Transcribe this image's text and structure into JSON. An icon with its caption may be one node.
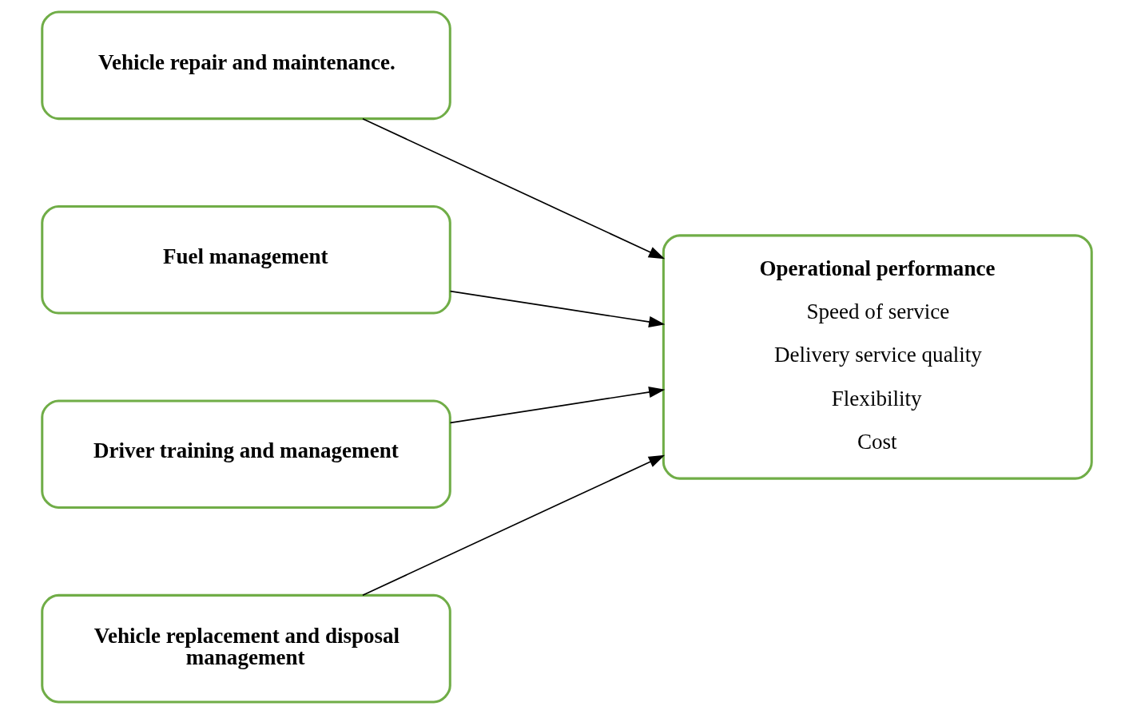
{
  "diagram": {
    "nodes": [
      {
        "text": [
          "Vehicle repair and maintenance."
        ]
      },
      {
        "text": [
          "Fuel management"
        ]
      },
      {
        "text": [
          "Driver training and management"
        ]
      },
      {
        "text": [
          "Vehicle replacement and disposal management"
        ]
      },
      {
        "text": [
          "Operational performance",
          "Speed of service",
          "Delivery service quality",
          "Flexibility",
          "Cost"
        ]
      }
    ],
    "edges": [
      {
        "from": 0,
        "to": 4,
        "arrow": "to"
      },
      {
        "from": 1,
        "to": 4,
        "arrow": "to"
      },
      {
        "from": 2,
        "to": 4,
        "arrow": "to"
      },
      {
        "from": 3,
        "to": 4,
        "arrow": "to"
      }
    ]
  }
}
